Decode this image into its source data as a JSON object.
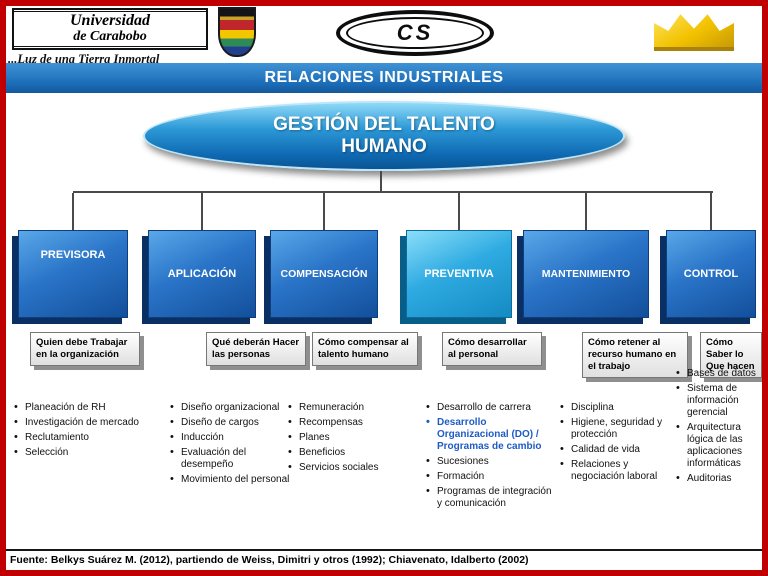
{
  "header": {
    "university_name_line1": "Universidad",
    "university_name_line2": "de Carabobo",
    "tagline": "...Luz de una Tierra Inmortal",
    "cs_text": "CS"
  },
  "slide": {
    "banner_title": "RELACIONES INDUSTRIALES",
    "root_title": "GESTIÓN DEL TALENTO HUMANO",
    "footer": "Fuente: Belkys Suárez M. (2012), partiendo de Weiss, Dimitri y otros (1992); Chiavenato, Idalberto (2002)"
  },
  "columns": [
    {
      "title": "PREVISORA",
      "subtitle": "Quien debe Trabajar en la organización",
      "bullets": [
        "Planeación de RH",
        "Investigación de mercado",
        "Reclutamiento",
        "Selección"
      ]
    },
    {
      "title": "APLICACIÓN",
      "subtitle": "Qué deberán Hacer las personas",
      "bullets": [
        "Diseño organizacional",
        "Diseño de cargos",
        "Inducción",
        "Evaluación del desempeño",
        "Movimiento del personal"
      ]
    },
    {
      "title": "COMPENSACIÓN",
      "subtitle": "Cómo compensar al talento humano",
      "bullets": [
        "Remuneración",
        "Recompensas",
        "Planes",
        "Beneficios",
        "Servicios sociales"
      ]
    },
    {
      "title": "PREVENTIVA",
      "subtitle": "Cómo desarrollar al personal",
      "bullets": [
        "Desarrollo de carrera",
        "Desarrollo Organizacional (DO) / Programas de cambio",
        "Sucesiones",
        "Formación",
        "Programas de integración y comunicación"
      ],
      "highlighted_bullet": "Desarrollo Organizacional (DO) / Programas de cambio"
    },
    {
      "title": "MANTENIMIENTO",
      "subtitle": "Cómo retener al recurso humano en el trabajo",
      "bullets": [
        "Disciplina",
        "Higiene, seguridad y protección",
        "Calidad de vida",
        "Relaciones y negociación laboral"
      ]
    },
    {
      "title": "CONTROL",
      "subtitle": "Cómo Saber lo Que hacen",
      "bullets": [
        "Bases de datos",
        "Sistema de información gerencial",
        "Arquitectura lógica de las aplicaciones informáticas",
        "Auditorias"
      ]
    }
  ],
  "colors": {
    "border_red": "#c00000",
    "banner_blue": "#1b6cb8",
    "box_blue": "#1b5fae",
    "box_cyan": "#2fabe2",
    "highlight_text": "#1f5bc4"
  }
}
